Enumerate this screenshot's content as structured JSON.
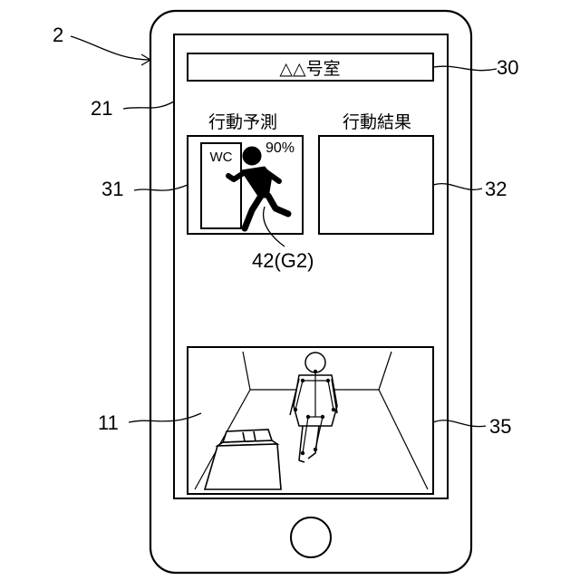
{
  "header": {
    "room_title": "△△号室"
  },
  "panels": {
    "prediction": {
      "label": "行動予測",
      "icon_text": "WC",
      "probability": "90%"
    },
    "result": {
      "label": "行動結果"
    }
  },
  "reference_numerals": {
    "device": "2",
    "header_bar": "30",
    "screen": "21",
    "prediction_panel": "31",
    "result_panel": "32",
    "figure_icon": "42(G2)",
    "camera": "11",
    "camera_view": "35"
  }
}
